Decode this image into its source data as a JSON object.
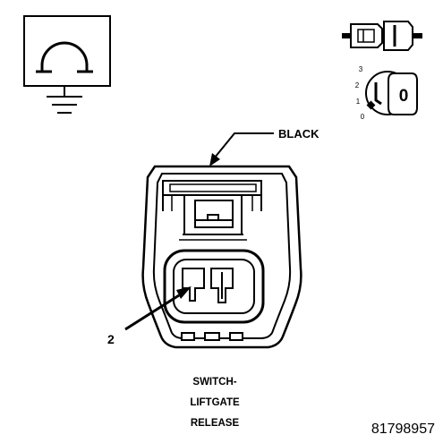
{
  "connector": {
    "color_label": "BLACK",
    "pin_callout": "2",
    "name_lines": [
      "SWITCH-",
      "LIFTGATE",
      "RELEASE"
    ]
  },
  "figure_number": "81798957",
  "key_switch": {
    "position_labels": [
      "3",
      "2",
      "1",
      "0"
    ],
    "key_label": "0"
  },
  "icons": {
    "resistance": "ohm-ground-icon",
    "connector_view": "connector-halves-icon",
    "key_switch": "ignition-key-switch-icon"
  }
}
